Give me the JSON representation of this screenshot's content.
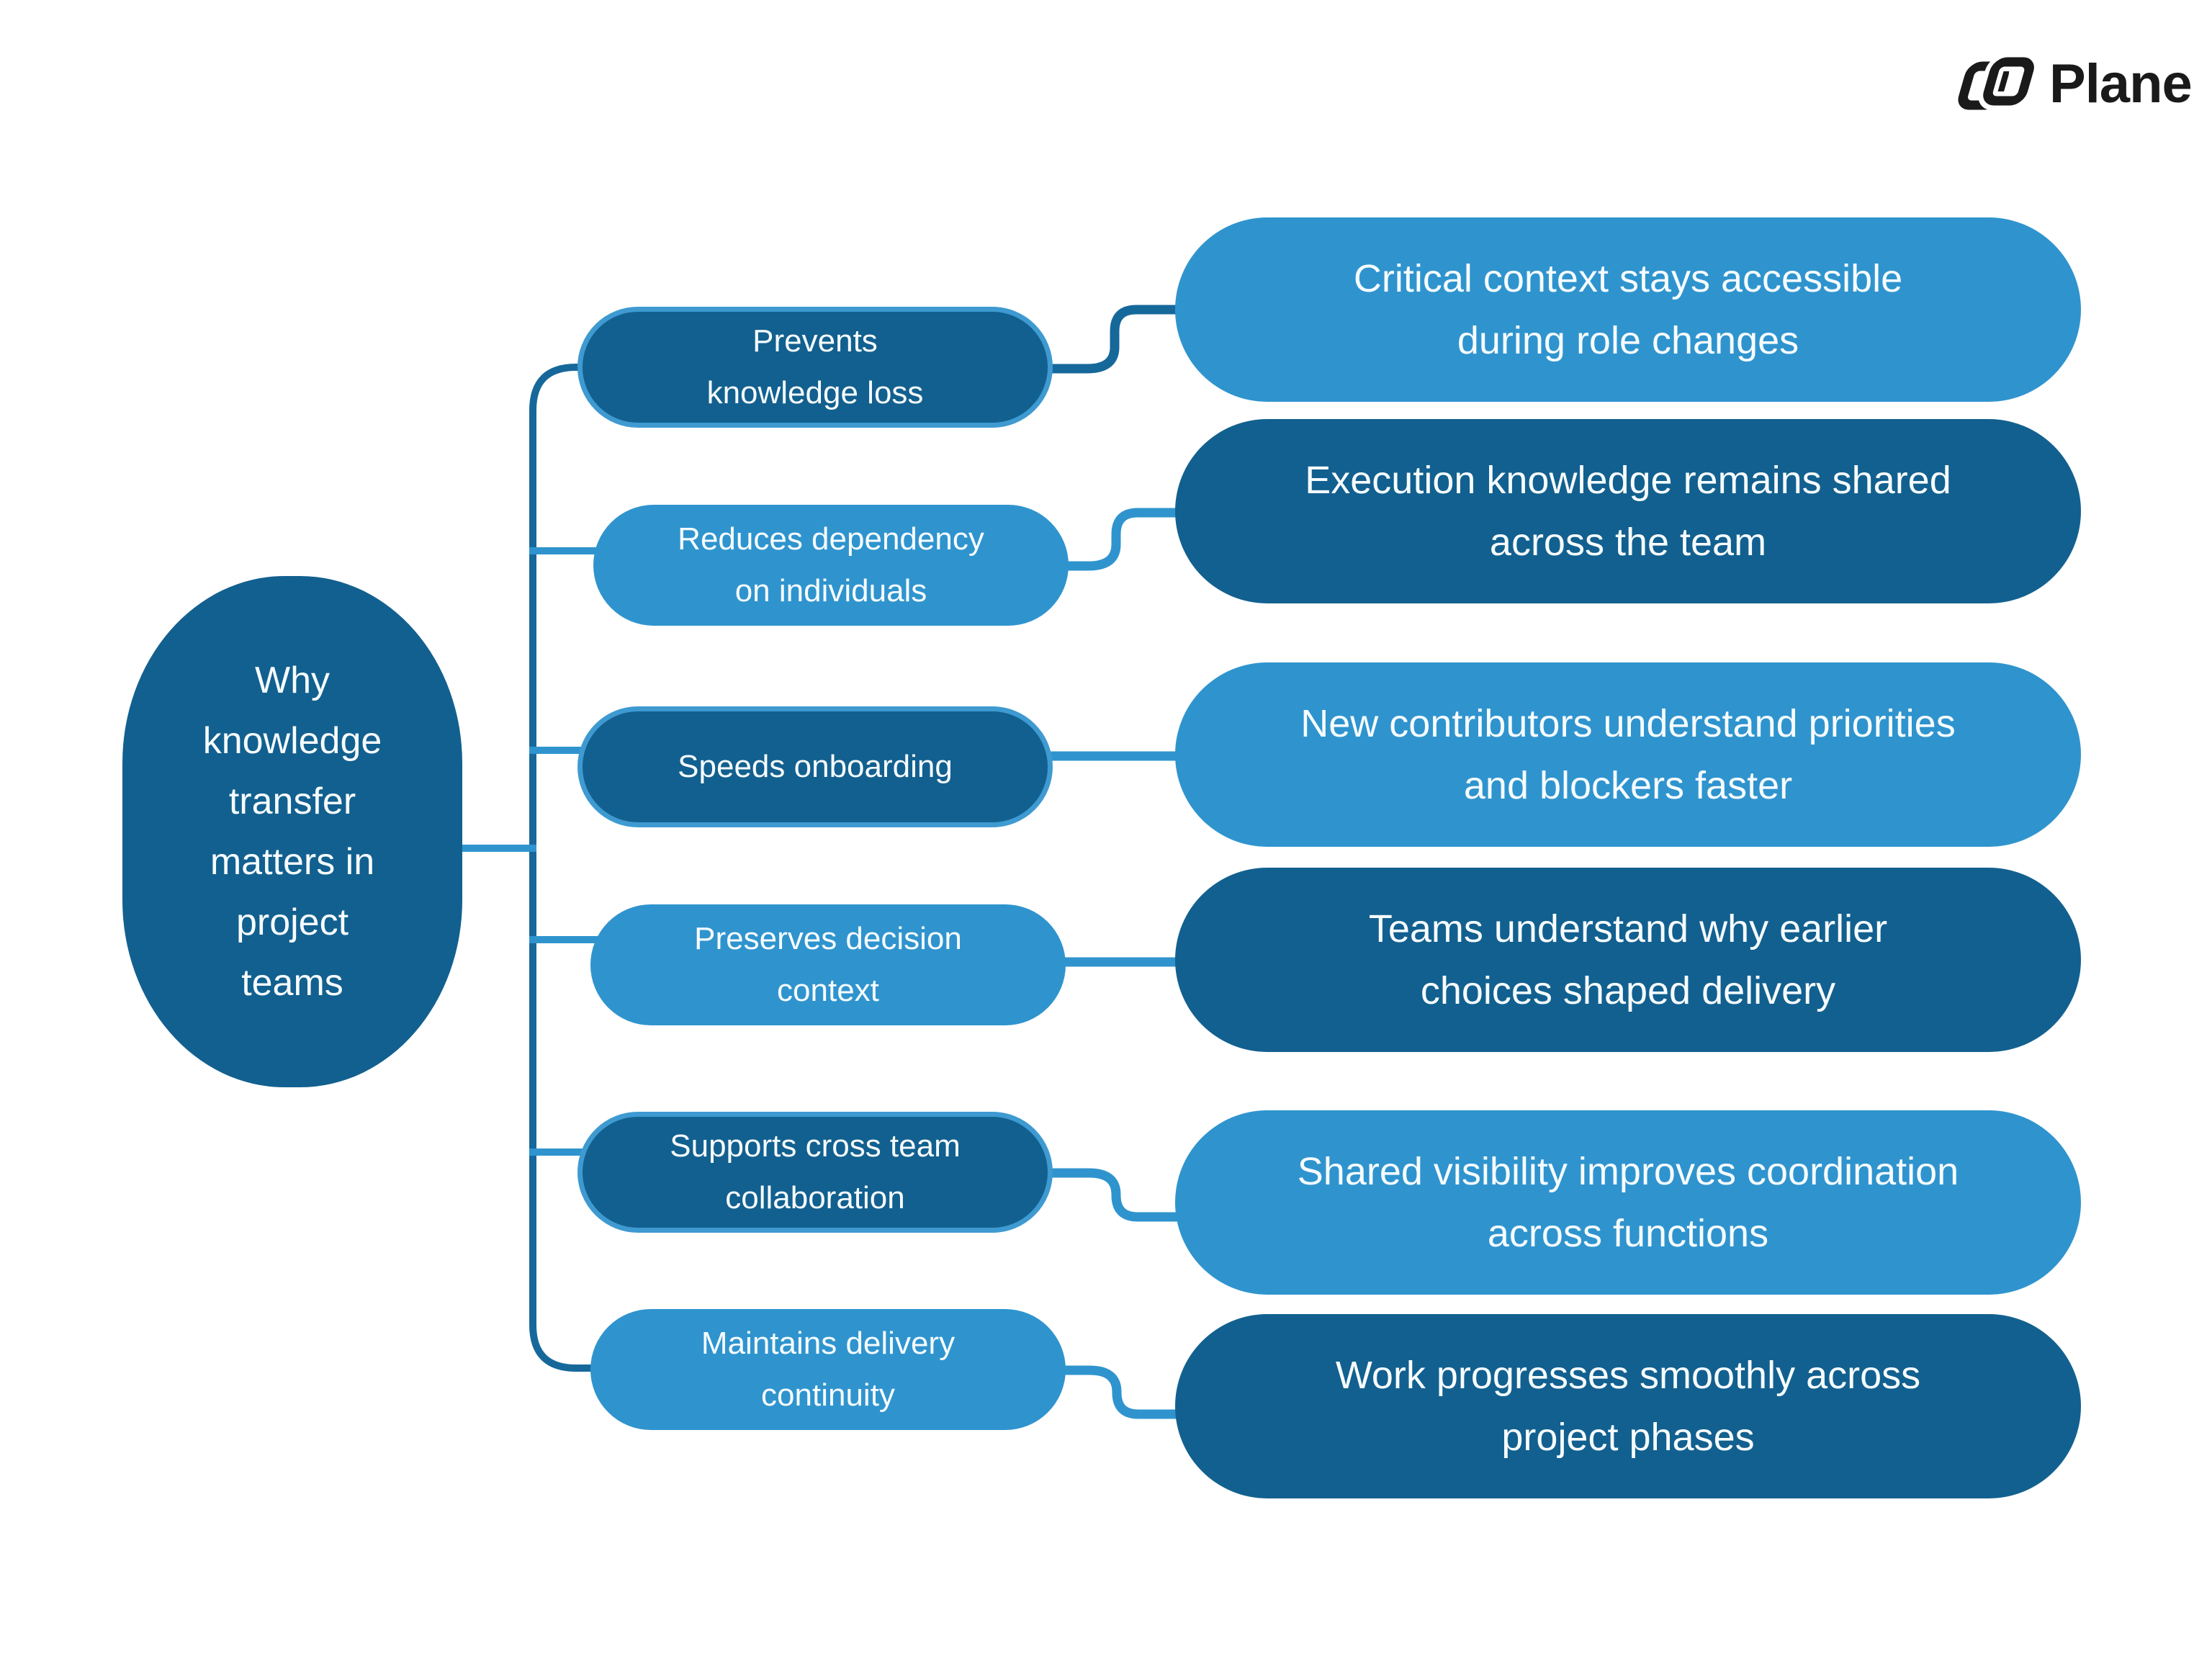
{
  "logo": {
    "text": "Plane"
  },
  "colors": {
    "dark_fill": "#12608F",
    "light_fill": "#2F94CE",
    "dark_pill_border": "#3E9AD1",
    "line_dark": "#16689B",
    "line_light": "#2F94CE",
    "node_text": "#F7FCFF",
    "logo_color": "#1A1A1A",
    "background": "#FFFFFF"
  },
  "chart_data": {
    "type": "mindmap",
    "title": "Why knowledge transfer matters in project teams",
    "branches": [
      {
        "label": "Prevents knowledge loss",
        "detail": "Critical context stays accessible during role changes"
      },
      {
        "label": "Reduces dependency on individuals",
        "detail": "Execution knowledge remains shared across the team"
      },
      {
        "label": "Speeds onboarding",
        "detail": "New contributors understand priorities and blockers faster"
      },
      {
        "label": "Preserves decision context",
        "detail": "Teams understand why earlier choices shaped delivery"
      },
      {
        "label": "Supports cross team collaboration",
        "detail": "Shared visibility improves coordination across functions"
      },
      {
        "label": "Maintains delivery continuity",
        "detail": "Work progresses smoothly across project phases"
      }
    ]
  },
  "central": {
    "label": "Why\nknowledge\ntransfer\nmatters in\nproject\nteams"
  },
  "branches": [
    {
      "label": "Prevents\nknowledge loss",
      "detail": "Critical context stays accessible\nduring role changes",
      "branch_style": "dark",
      "detail_style": "light"
    },
    {
      "label": "Reduces dependency\non individuals",
      "detail": "Execution knowledge remains shared\nacross the team",
      "branch_style": "light",
      "detail_style": "dark"
    },
    {
      "label": "Speeds onboarding",
      "detail": "New contributors understand priorities\nand blockers faster",
      "branch_style": "dark",
      "detail_style": "light"
    },
    {
      "label": "Preserves decision\ncontext",
      "detail": "Teams understand why earlier\nchoices shaped delivery",
      "branch_style": "light",
      "detail_style": "dark"
    },
    {
      "label": "Supports cross team\ncollaboration",
      "detail": "Shared visibility improves coordination\nacross functions",
      "branch_style": "dark",
      "detail_style": "light"
    },
    {
      "label": "Maintains delivery\ncontinuity",
      "detail": "Work progresses smoothly across\nproject phases",
      "branch_style": "light",
      "detail_style": "dark"
    }
  ]
}
